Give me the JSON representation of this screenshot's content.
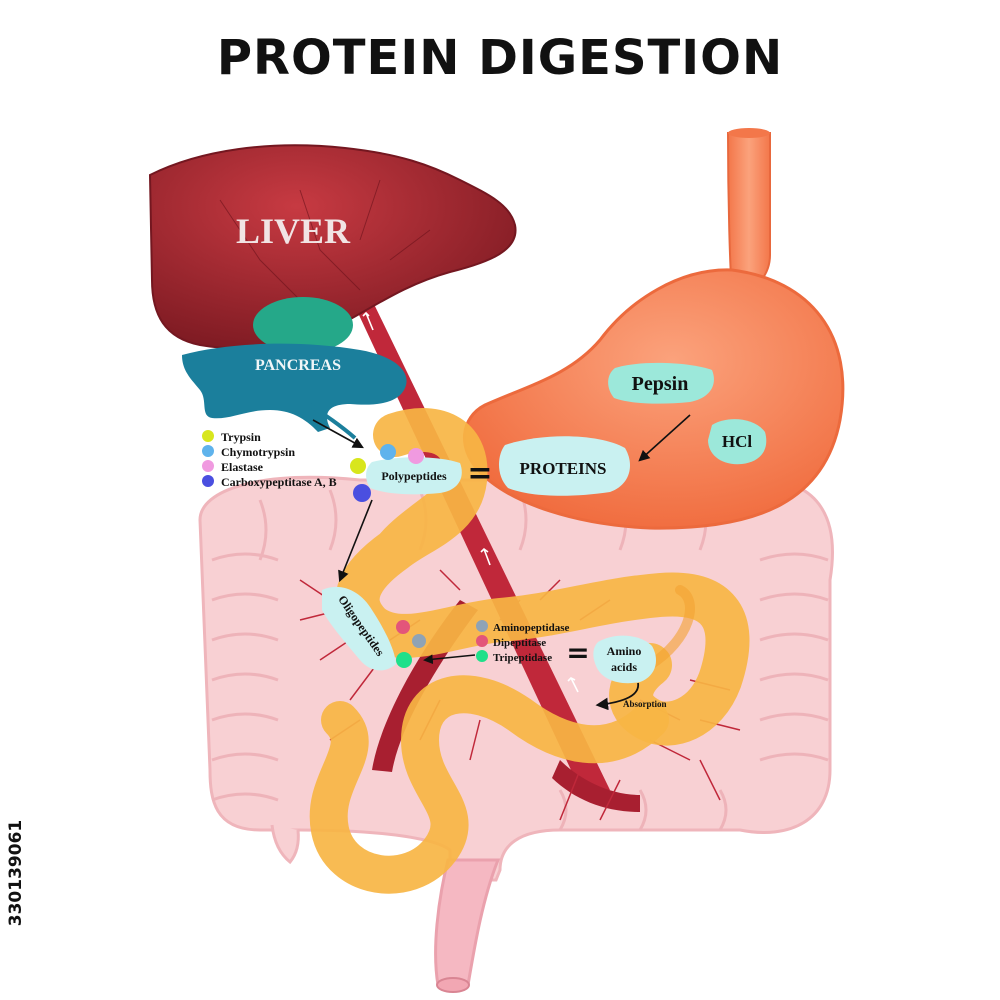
{
  "title": "PROTEIN DIGESTION",
  "organs": {
    "liver": "LIVER",
    "pancreas": "PANCREAS"
  },
  "stomach": {
    "pepsin": "Pepsin",
    "hcl": "HCl",
    "proteins": "PROTEINS"
  },
  "polypeptides": "Polypeptides",
  "oligopeptides": "Oligopeptides",
  "amino_acids": [
    "Amino",
    "acids"
  ],
  "absorption": "Absorption",
  "pancreatic_enzymes": [
    {
      "label": "Trypsin",
      "color": "#d8e61d"
    },
    {
      "label": "Chymotrypsin",
      "color": "#5fb3ec"
    },
    {
      "label": "Elastase",
      "color": "#f09ae0"
    },
    {
      "label": "Carboxypeptitase A, B",
      "color": "#4a4fe0"
    }
  ],
  "intestinal_enzymes": [
    {
      "label": "Aminopeptidase",
      "color": "#8fa3b5"
    },
    {
      "label": "Dipeptitase",
      "color": "#e3557a"
    },
    {
      "label": "Tripeptidase",
      "color": "#1fe08a"
    }
  ],
  "equals": "=",
  "stock_id": "330139061",
  "colors": {
    "liver": "#a8232e",
    "pancreas": "#1b7f9c",
    "gallbladder": "#25a889",
    "stomach": "#f78455",
    "small_intestine": "#f7b544",
    "large_intestine": "#f8d0d3",
    "artery": "#c0283a",
    "label_bubble": "#c9f1f1"
  }
}
